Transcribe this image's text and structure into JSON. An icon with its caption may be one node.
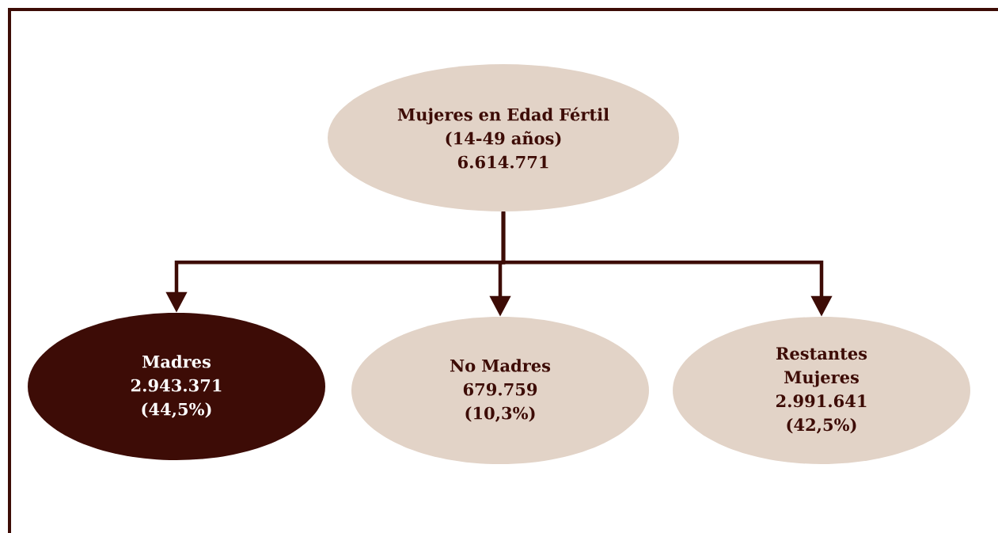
{
  "diagram": {
    "nodes": [
      {
        "text": [
          "Mujeres en Edad Fértil",
          "(14-49 años)",
          "6.614.771"
        ]
      },
      {
        "text": [
          "Madres",
          "2.943.371",
          "(44,5%)"
        ]
      },
      {
        "text": [
          "No Madres",
          "679.759",
          "(10,3%)"
        ]
      },
      {
        "text": [
          "Restantes Mujeres",
          "2.991.641",
          "(42,5%)"
        ]
      }
    ],
    "edges": [
      {
        "from": 0,
        "to": 1,
        "arrow": "to"
      },
      {
        "from": 0,
        "to": 2,
        "arrow": "to"
      },
      {
        "from": 0,
        "to": 3,
        "arrow": "to"
      }
    ]
  }
}
